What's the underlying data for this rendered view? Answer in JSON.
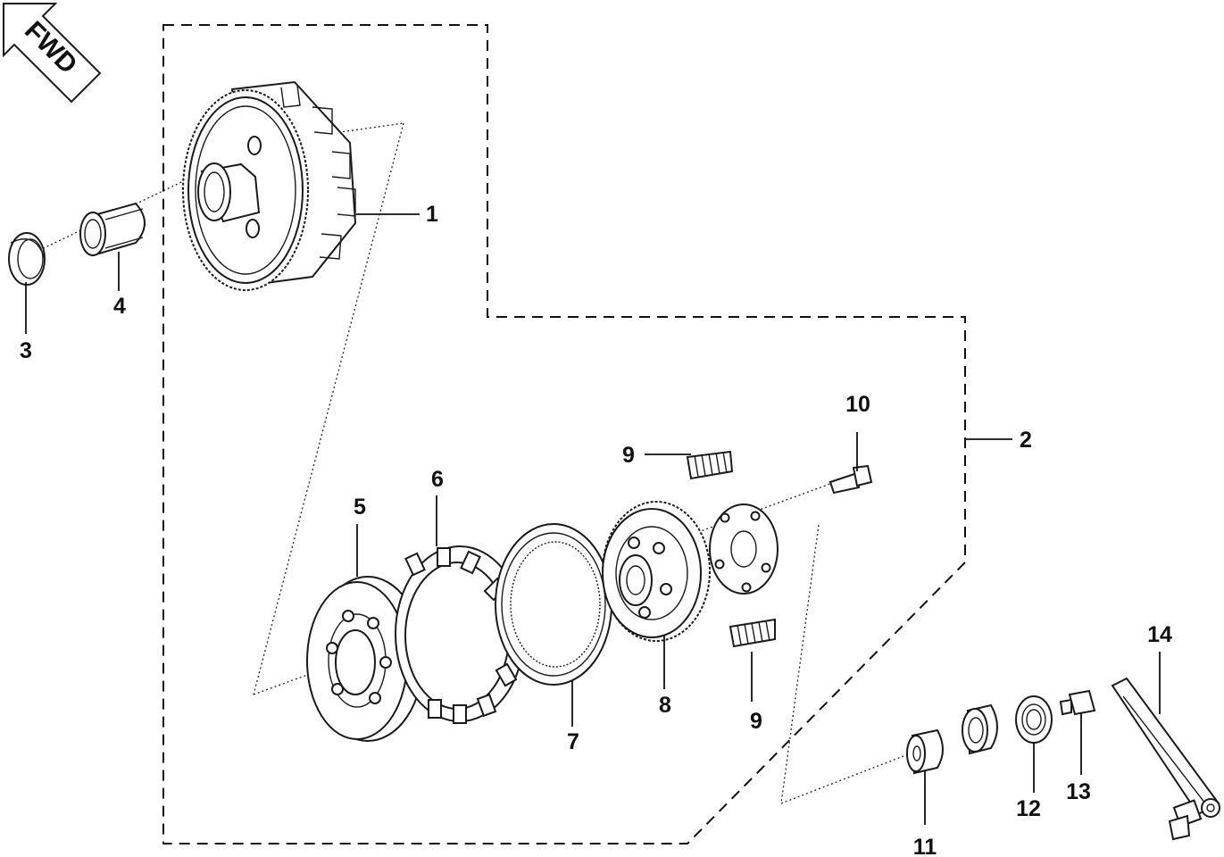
{
  "direction_badge": {
    "text": "FWD"
  },
  "callouts": [
    {
      "id": "1",
      "label": "1"
    },
    {
      "id": "2",
      "label": "2"
    },
    {
      "id": "3",
      "label": "3"
    },
    {
      "id": "4",
      "label": "4"
    },
    {
      "id": "5",
      "label": "5"
    },
    {
      "id": "6",
      "label": "6"
    },
    {
      "id": "7",
      "label": "7"
    },
    {
      "id": "8",
      "label": "8"
    },
    {
      "id": "9a",
      "label": "9"
    },
    {
      "id": "9b",
      "label": "9"
    },
    {
      "id": "10",
      "label": "10"
    },
    {
      "id": "11",
      "label": "11"
    },
    {
      "id": "12",
      "label": "12"
    },
    {
      "id": "13",
      "label": "13"
    },
    {
      "id": "14",
      "label": "14"
    }
  ],
  "colors": {
    "line": "#1a1a1a",
    "background": "#ffffff"
  }
}
